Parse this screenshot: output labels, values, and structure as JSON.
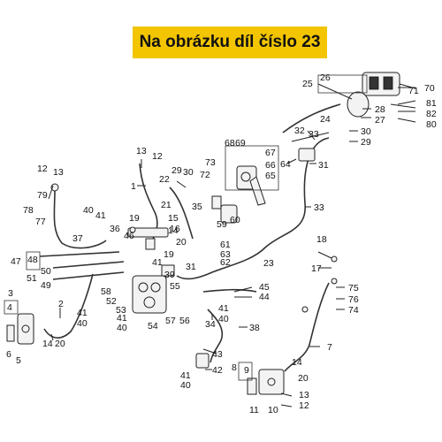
{
  "banner": {
    "text": "Na obrázku díl číslo 23",
    "color": "#f2c500"
  },
  "labels": [
    {
      "id": "l-25",
      "text": "25"
    },
    {
      "id": "l-26",
      "text": "26"
    },
    {
      "id": "l-70",
      "text": "70"
    },
    {
      "id": "l-71",
      "text": "71"
    },
    {
      "id": "l-28",
      "text": "28"
    },
    {
      "id": "l-27",
      "text": "27"
    },
    {
      "id": "l-81",
      "text": "81"
    },
    {
      "id": "l-82",
      "text": "82"
    },
    {
      "id": "l-80",
      "text": "80"
    },
    {
      "id": "l-24",
      "text": "24"
    },
    {
      "id": "l-32",
      "text": "32"
    },
    {
      "id": "l-33a",
      "text": "33"
    },
    {
      "id": "l-30a",
      "text": "30"
    },
    {
      "id": "l-29a",
      "text": "29"
    },
    {
      "id": "l-64",
      "text": "64"
    },
    {
      "id": "l-31a",
      "text": "31"
    },
    {
      "id": "l-68",
      "text": "68"
    },
    {
      "id": "l-69",
      "text": "69"
    },
    {
      "id": "l-67",
      "text": "67"
    },
    {
      "id": "l-66",
      "text": "66"
    },
    {
      "id": "l-65",
      "text": "65"
    },
    {
      "id": "l-73",
      "text": "73"
    },
    {
      "id": "l-72",
      "text": "72"
    },
    {
      "id": "l-29b",
      "text": "29"
    },
    {
      "id": "l-30b",
      "text": "30"
    },
    {
      "id": "l-13a",
      "text": "13"
    },
    {
      "id": "l-12a",
      "text": "12"
    },
    {
      "id": "l-1",
      "text": "1"
    },
    {
      "id": "l-22",
      "text": "22"
    },
    {
      "id": "l-33b",
      "text": "33"
    },
    {
      "id": "l-12b",
      "text": "12"
    },
    {
      "id": "l-13b",
      "text": "13"
    },
    {
      "id": "l-79",
      "text": "79"
    },
    {
      "id": "l-78",
      "text": "78"
    },
    {
      "id": "l-77",
      "text": "77"
    },
    {
      "id": "l-40a",
      "text": "40"
    },
    {
      "id": "l-41a",
      "text": "41"
    },
    {
      "id": "l-19a",
      "text": "19"
    },
    {
      "id": "l-21",
      "text": "21"
    },
    {
      "id": "l-15",
      "text": "15"
    },
    {
      "id": "l-35",
      "text": "35"
    },
    {
      "id": "l-60",
      "text": "60"
    },
    {
      "id": "l-59",
      "text": "59"
    },
    {
      "id": "l-36",
      "text": "36"
    },
    {
      "id": "l-14a",
      "text": "14"
    },
    {
      "id": "l-16",
      "text": "16"
    },
    {
      "id": "l-20a",
      "text": "20"
    },
    {
      "id": "l-37",
      "text": "37"
    },
    {
      "id": "l-46",
      "text": "46"
    },
    {
      "id": "l-61",
      "text": "61"
    },
    {
      "id": "l-63",
      "text": "63"
    },
    {
      "id": "l-62",
      "text": "62"
    },
    {
      "id": "l-47",
      "text": "47"
    },
    {
      "id": "l-48",
      "text": "48"
    },
    {
      "id": "l-50",
      "text": "50"
    },
    {
      "id": "l-51",
      "text": "51"
    },
    {
      "id": "l-49",
      "text": "49"
    },
    {
      "id": "l-19b",
      "text": "19"
    },
    {
      "id": "l-41b",
      "text": "41"
    },
    {
      "id": "l-31b",
      "text": "31"
    },
    {
      "id": "l-39",
      "text": "39"
    },
    {
      "id": "l-55",
      "text": "55"
    },
    {
      "id": "l-23",
      "text": "23"
    },
    {
      "id": "l-18",
      "text": "18"
    },
    {
      "id": "l-17",
      "text": "17"
    },
    {
      "id": "l-75",
      "text": "75"
    },
    {
      "id": "l-76",
      "text": "76"
    },
    {
      "id": "l-74",
      "text": "74"
    },
    {
      "id": "l-45",
      "text": "45"
    },
    {
      "id": "l-44",
      "text": "44"
    },
    {
      "id": "l-58",
      "text": "58"
    },
    {
      "id": "l-52",
      "text": "52"
    },
    {
      "id": "l-53",
      "text": "53"
    },
    {
      "id": "l-41c",
      "text": "41"
    },
    {
      "id": "l-40b",
      "text": "40"
    },
    {
      "id": "l-54",
      "text": "54"
    },
    {
      "id": "l-57",
      "text": "57"
    },
    {
      "id": "l-56",
      "text": "56"
    },
    {
      "id": "l-3",
      "text": "3"
    },
    {
      "id": "l-4",
      "text": "4"
    },
    {
      "id": "l-2",
      "text": "2"
    },
    {
      "id": "l-41d",
      "text": "41"
    },
    {
      "id": "l-40c",
      "text": "40"
    },
    {
      "id": "l-14b",
      "text": "14"
    },
    {
      "id": "l-20b",
      "text": "20"
    },
    {
      "id": "l-6",
      "text": "6"
    },
    {
      "id": "l-5",
      "text": "5"
    },
    {
      "id": "l-34",
      "text": "34"
    },
    {
      "id": "l-41e",
      "text": "41"
    },
    {
      "id": "l-40d",
      "text": "40"
    },
    {
      "id": "l-38",
      "text": "38"
    },
    {
      "id": "l-7",
      "text": "7"
    },
    {
      "id": "l-43",
      "text": "43"
    },
    {
      "id": "l-42",
      "text": "42"
    },
    {
      "id": "l-41f",
      "text": "41"
    },
    {
      "id": "l-40e",
      "text": "40"
    },
    {
      "id": "l-8",
      "text": "8"
    },
    {
      "id": "l-9",
      "text": "9"
    },
    {
      "id": "l-14c",
      "text": "14"
    },
    {
      "id": "l-20c",
      "text": "20"
    },
    {
      "id": "l-11",
      "text": "11"
    },
    {
      "id": "l-10",
      "text": "10"
    },
    {
      "id": "l-13c",
      "text": "13"
    },
    {
      "id": "l-12c",
      "text": "12"
    }
  ]
}
